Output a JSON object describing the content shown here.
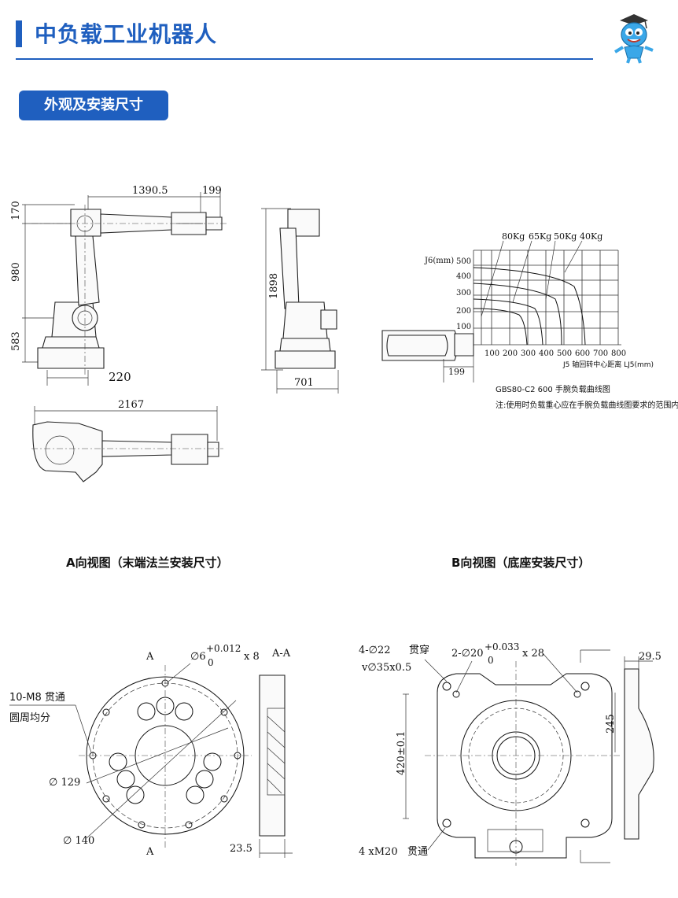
{
  "header": {
    "title": "中负载工业机器人"
  },
  "section": {
    "tab_label": "外观及安装尺寸"
  },
  "side_view": {
    "dim_reach": "1390.5",
    "dim_flange": "199",
    "dim_h1": "170",
    "dim_h2": "980",
    "dim_h3": "583",
    "dim_base": "220",
    "dim_length": "2167"
  },
  "rear_view": {
    "dim_height": "1898",
    "dim_depth": "701"
  },
  "load_chart": {
    "y_axis_label": "J6(mm)",
    "y_ticks": [
      "100",
      "200",
      "300",
      "400",
      "500"
    ],
    "x_ticks": [
      "100",
      "200",
      "300",
      "400",
      "500",
      "600",
      "700",
      "800"
    ],
    "x_axis_label": "J5 轴回转中心距离 LJ5(mm)",
    "curve_labels": [
      "80Kg",
      "65Kg",
      "50Kg",
      "40Kg"
    ],
    "dim_199": "199",
    "caption": "GBS80-C2 600 手腕负载曲线图",
    "note": "注:使用时负载重心应在手腕负载曲线图要求的范围内"
  },
  "view_a": {
    "title": "A向视图（末端法兰安装尺寸）",
    "label_a_top": "A",
    "label_a_bottom": "A",
    "label_aa": "A-A",
    "pin_note_prefix": "∅6",
    "pin_tol_upper": "+0.012",
    "pin_tol_lower": "0",
    "pin_count": "x 8",
    "thread_note_1": "10-M8 贯通",
    "thread_note_2": "圆周均分",
    "dia_129": "∅ 129",
    "dia_140": "∅ 140",
    "dim_235": "23.5"
  },
  "view_b": {
    "title": "B向视图（底座安装尺寸）",
    "holes_note_1a": "4-∅22",
    "holes_note_1b": "贯穿",
    "holes_note_2": "v∅35x0.5",
    "pin_note_prefix": "2-∅20",
    "pin_tol_upper": "+0.033",
    "pin_tol_lower": "0",
    "pin_depth": "x 28",
    "dim_420": "420±0.1",
    "dim_245": "245",
    "dim_295": "29.5",
    "bolt_note_a": "4 xM20",
    "bolt_note_b": "贯通"
  }
}
